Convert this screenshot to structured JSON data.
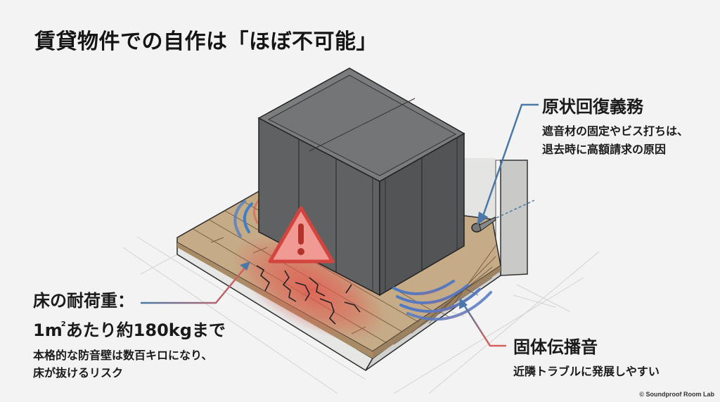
{
  "title": "賃貸物件での自作は「ほぼ不可能」",
  "callouts": {
    "restore": {
      "heading": "原状回復義務",
      "body_lines": [
        "遮音材の固定やビス打ちは、",
        "退去時に高額請求の原因"
      ],
      "line_color": "#4a78a8"
    },
    "load": {
      "heading_line1": "床の耐荷重：",
      "heading_line2_pre": "1m",
      "heading_line2_sup": "2",
      "heading_line2_post": "あたり約180kgまで",
      "body_lines": [
        "本格的な防音壁は数百キロになり、",
        "床が抜けるリスク"
      ],
      "line_color_start": "#4a78a8",
      "line_color_end": "#d9605a"
    },
    "sound": {
      "heading": "固体伝播音",
      "body_lines": [
        "近隣トラブルに発展しやすい"
      ],
      "line_color_start": "#d9605a",
      "line_color_end": "#4a78a8"
    }
  },
  "illustration": {
    "box_color": "#5e5f61",
    "box_top_color": "#7a7b7c",
    "floor_wood_color": "#c4aa86",
    "slab_color": "#e0e0e0",
    "crack_zone_color": "#e3594f",
    "wave_blue": "#3f7ec8",
    "wave_red": "#e24b45",
    "warning_fill": "#f09a93",
    "warning_stroke": "#d2443d",
    "icons": [
      "warning-triangle-icon",
      "screw-icon",
      "sound-wave-icon",
      "crack-icon"
    ]
  },
  "credit": "© Soundproof Room Lab"
}
